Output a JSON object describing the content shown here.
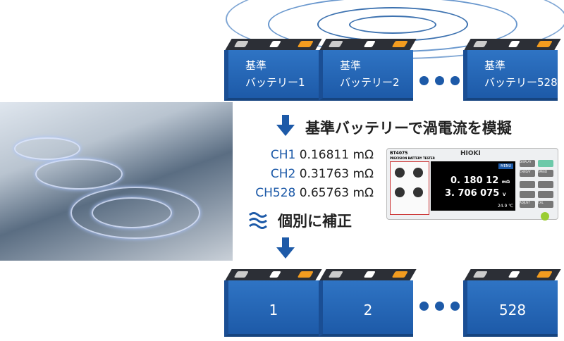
{
  "top_batteries": [
    {
      "line1": "基準",
      "line2": "バッテリー1"
    },
    {
      "line1": "基準",
      "line2": "バッテリー2"
    },
    {
      "line1": "基準",
      "line2": "バッテリー528"
    }
  ],
  "heading": "基準バッテリーで渦電流を模擬",
  "channels": [
    {
      "label": "CH1",
      "value": "0.16811 mΩ"
    },
    {
      "label": "CH2",
      "value": "0.31763 mΩ"
    },
    {
      "label": "CH528",
      "value": "0.65763 mΩ"
    }
  ],
  "correction": "個別に補正",
  "instrument": {
    "model": "BT4075",
    "subtitle": "PRECISION BATTERY TESTER",
    "brand": "HIOKI",
    "reading1": "0. 180 12",
    "unit1": "mΩ",
    "reading2": "3. 706 075",
    "unit2": "V",
    "temp": "24.9 ℃",
    "menu": "MENU",
    "buttons": [
      "DISPLAY",
      "CH/ID/V",
      "SPEED",
      "ADJUST",
      "CAL"
    ]
  },
  "bottom_batteries": [
    "1",
    "2",
    "528"
  ],
  "colors": {
    "battery": "#1d5aa8",
    "arrow": "#1d5aa8"
  }
}
